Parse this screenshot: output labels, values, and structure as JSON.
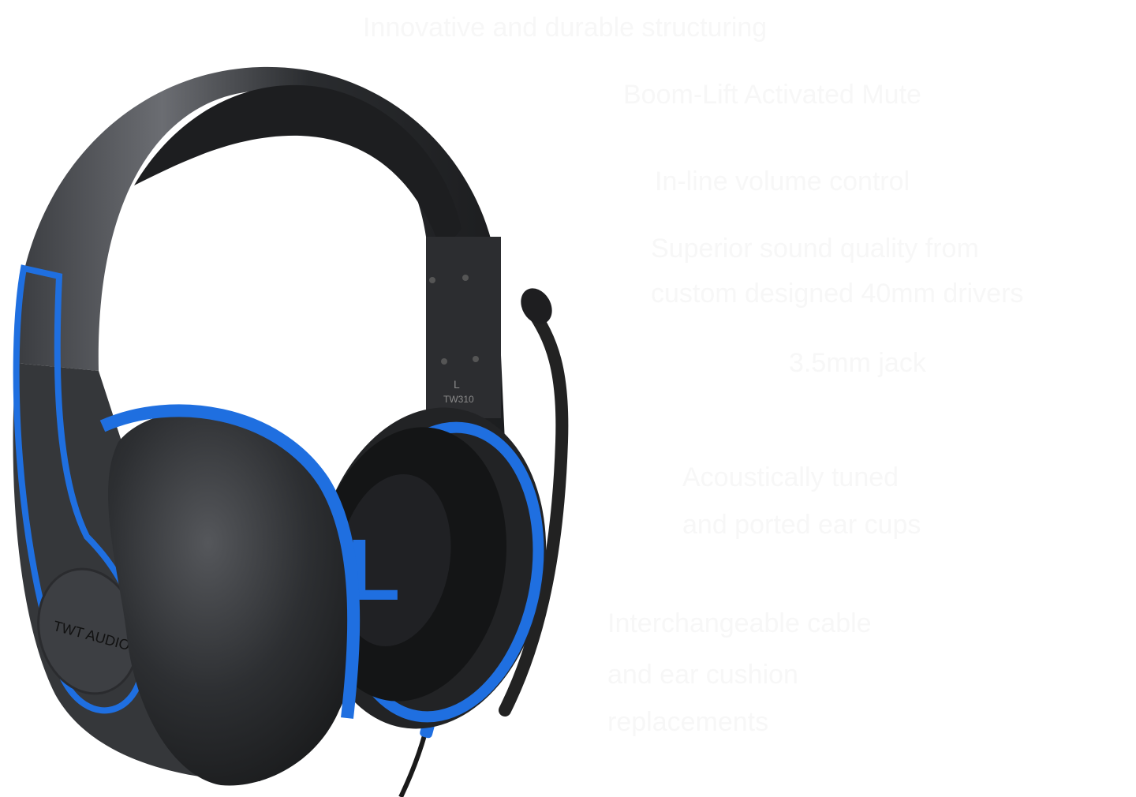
{
  "product": {
    "brand_logo": "TWT AUDIO",
    "model_label": "TW310",
    "earcup_side_label": "L",
    "side_marker": "L",
    "colors": {
      "body": "#2b2d30",
      "accent": "#1f6fe0",
      "background": "#ffffff"
    }
  },
  "features": [
    {
      "text": "Innovative and durable structuring"
    },
    {
      "text": "Boom-Lift Activated Mute"
    },
    {
      "text": "In-line volume control"
    },
    {
      "text": "Superior sound quality from"
    },
    {
      "text": "custom designed 40mm drivers"
    },
    {
      "text": "3.5mm jack"
    },
    {
      "text": "Acoustically tuned"
    },
    {
      "text": "and ported ear cups"
    },
    {
      "text": "Interchangeable cable"
    },
    {
      "text": "and ear cushion"
    },
    {
      "text": "replacements"
    }
  ]
}
